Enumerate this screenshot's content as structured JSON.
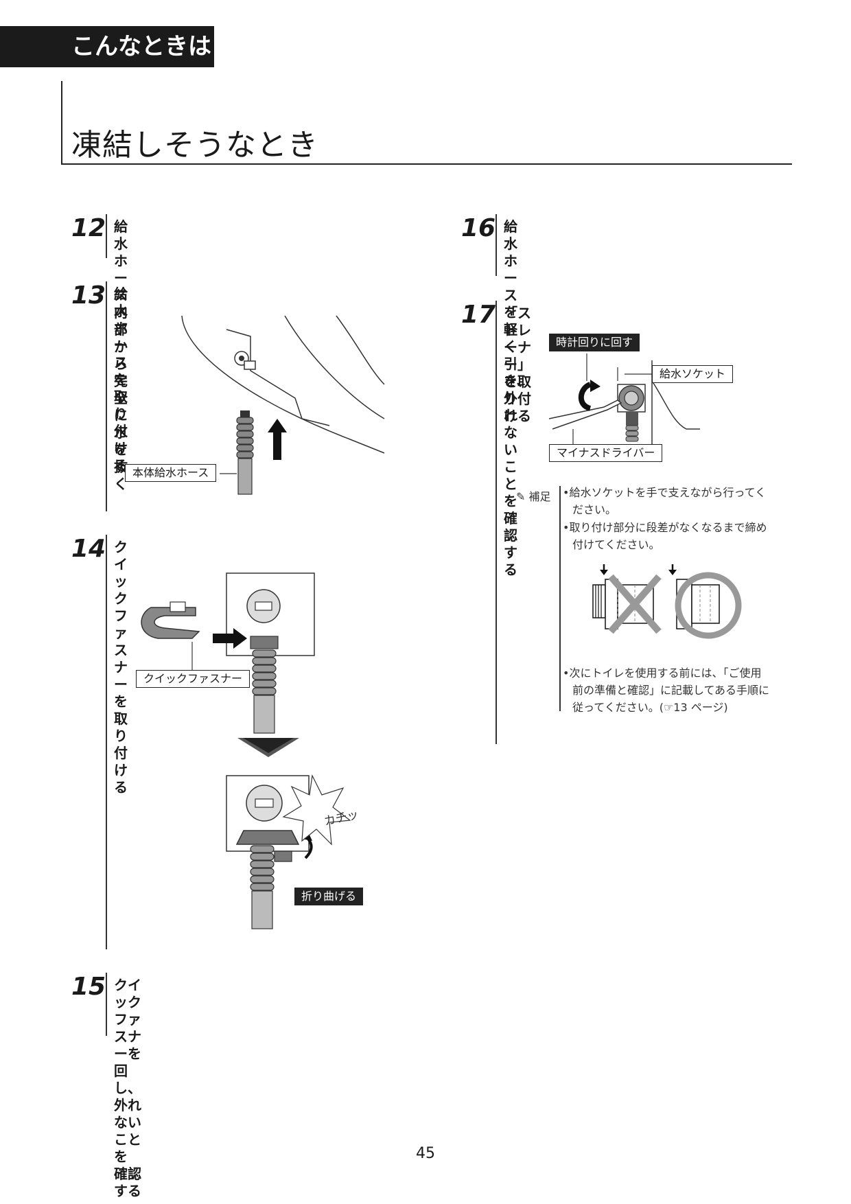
{
  "section_tab": "こんなときは",
  "page_title": "凍結しそうなとき",
  "steps": [
    {
      "num": "12",
      "text": "給水ホース内部から完全に水を抜く"
    },
    {
      "num": "13",
      "text": "給水ホースを取り付ける"
    },
    {
      "num": "14",
      "text": "クイックファスナーを取り付ける"
    },
    {
      "num": "15",
      "line1": "クイックファスナーを回し、外れないことを",
      "line2": "確認する"
    },
    {
      "num": "16",
      "line1": "給水ホースを軽く引き、外れないことを確認",
      "line2": "する"
    },
    {
      "num": "17",
      "text": "「ストレーナー」を取り付ける"
    }
  ],
  "labels": {
    "hose": "本体給水ホース",
    "fastener": "クイックファスナー",
    "click_sound": "カチッ",
    "bend": "折り曲げる",
    "clockwise": "時計回りに回す",
    "socket": "給水ソケット",
    "driver": "マイナスドライバー"
  },
  "note": {
    "head": "補足",
    "b1_l1": "•給水ソケットを手で支えながら行ってく",
    "b1_l2": "ださい。",
    "b2_l1": "•取り付け部分に段差がなくなるまで締め",
    "b2_l2": "付けてください。",
    "b3_l1": "•次にトイレを使用する前には、「ご使用",
    "b3_l2": "前の準備と確認」に記載してある手順に",
    "b3_l3": "従ってください。(☞13 ページ)"
  },
  "page_number": "45"
}
